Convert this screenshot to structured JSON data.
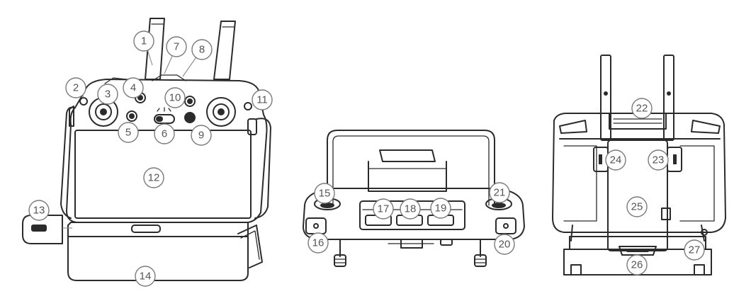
{
  "callouts": [
    {
      "id": "c1",
      "label": "1"
    },
    {
      "id": "c2",
      "label": "2"
    },
    {
      "id": "c3",
      "label": "3"
    },
    {
      "id": "c4",
      "label": "4"
    },
    {
      "id": "c5",
      "label": "5"
    },
    {
      "id": "c6",
      "label": "6"
    },
    {
      "id": "c7",
      "label": "7"
    },
    {
      "id": "c8",
      "label": "8"
    },
    {
      "id": "c9",
      "label": "9"
    },
    {
      "id": "c10",
      "label": "10"
    },
    {
      "id": "c11",
      "label": "11"
    },
    {
      "id": "c12",
      "label": "12"
    },
    {
      "id": "c13",
      "label": "13"
    },
    {
      "id": "c14",
      "label": "14"
    },
    {
      "id": "c15",
      "label": "15"
    },
    {
      "id": "c16",
      "label": "16"
    },
    {
      "id": "c17",
      "label": "17"
    },
    {
      "id": "c18",
      "label": "18"
    },
    {
      "id": "c19",
      "label": "19"
    },
    {
      "id": "c20",
      "label": "20"
    },
    {
      "id": "c21",
      "label": "21"
    },
    {
      "id": "c22",
      "label": "22"
    },
    {
      "id": "c23",
      "label": "23"
    },
    {
      "id": "c24",
      "label": "24"
    },
    {
      "id": "c25",
      "label": "25"
    },
    {
      "id": "c26",
      "label": "26"
    },
    {
      "id": "c27",
      "label": "27"
    }
  ]
}
